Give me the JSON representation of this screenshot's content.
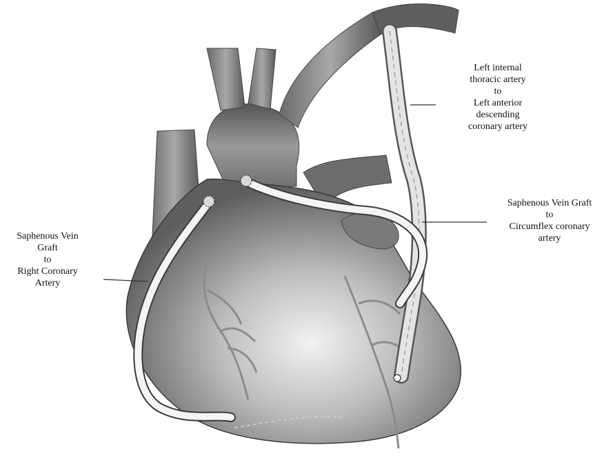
{
  "labels": {
    "lita": [
      "Left internal",
      "thoracic artery",
      "to",
      "Left anterior",
      "descending",
      "coronary artery"
    ],
    "circumflex": [
      "Saphenous Vein Graft",
      "to",
      "Circumflex coronary",
      "artery"
    ],
    "rca": [
      "Saphenous Vein",
      "Graft",
      "to",
      "Right Coronary",
      "Artery"
    ]
  },
  "colors": {
    "line": "#333333",
    "heart_shade": "#8a8a8a",
    "graft": "#f2f2f2"
  }
}
